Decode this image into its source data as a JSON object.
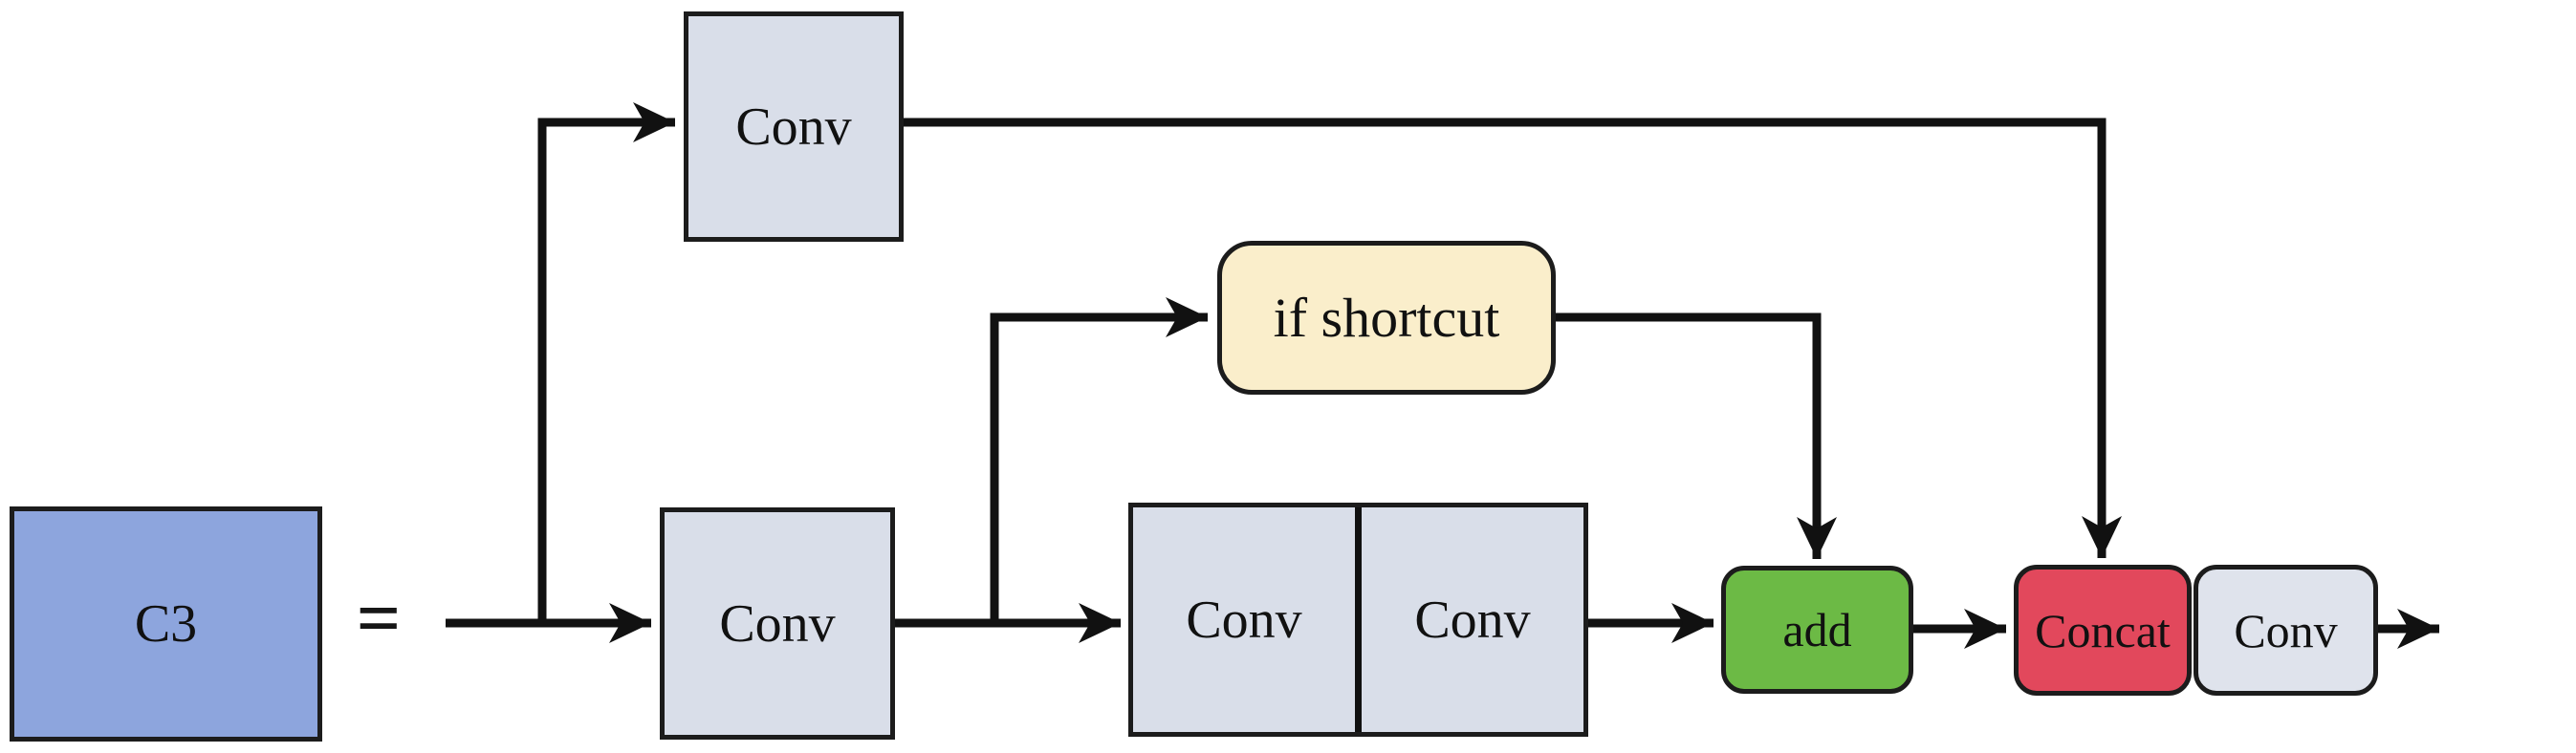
{
  "diagram": {
    "name": "C3 module structure diagram",
    "background": "#ffffff",
    "edge_color": "#111111",
    "arrowhead_color": "#111111"
  },
  "nodes": {
    "c3": {
      "label": "C3",
      "fill": "#8da5dd"
    },
    "equals": {
      "label": "="
    },
    "conv_top": {
      "label": "Conv",
      "fill": "#d9dee9"
    },
    "conv_bottom": {
      "label": "Conv",
      "fill": "#d9dee9"
    },
    "if_shortcut": {
      "label": "if shortcut",
      "fill": "#faeecb"
    },
    "conv_pair": {
      "left_label": "Conv",
      "right_label": "Conv",
      "fill": "#d9dee9"
    },
    "add": {
      "label": "add",
      "fill": "#6cba45"
    },
    "concat": {
      "label": "Concat",
      "fill": "#e2485c"
    },
    "conv_out": {
      "label": "Conv",
      "fill": "#dfe3ec"
    }
  }
}
